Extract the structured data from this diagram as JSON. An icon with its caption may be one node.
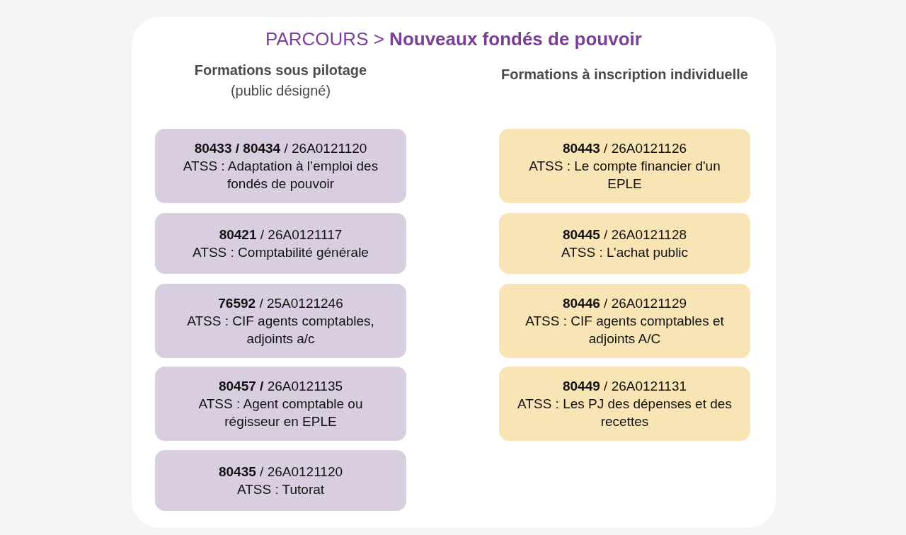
{
  "diagram": {
    "title": "PARCOURS > **Nouveaux fondés de pouvoir**",
    "nodes": [
      {
        "text": [
          "**80433 / 80434** / 26A0121120",
          "ATSS : Adaptation à l’emploi des fondés de pouvoir"
        ]
      },
      {
        "text": [
          "**80421** / 26A0121117",
          "ATSS : Comptabilité générale"
        ]
      },
      {
        "text": [
          "**76592** / 25A0121246",
          "ATSS : CIF agents comptables, adjoints a/c"
        ]
      },
      {
        "text": [
          "**80457 /** 26A0121135",
          "ATSS : Agent comptable ou régisseur en EPLE"
        ]
      },
      {
        "text": [
          "**80435** / 26A0121120",
          "ATSS : Tutorat"
        ]
      },
      {
        "text": [
          "**80443** / 26A0121126",
          "ATSS : Le compte financier d'un EPLE"
        ]
      },
      {
        "text": [
          "**80445** / 26A0121128",
          "ATSS : L’achat public"
        ]
      },
      {
        "text": [
          "**80446** / 26A0121129",
          "ATSS : CIF agents comptables et adjoints A/C"
        ]
      },
      {
        "text": [
          "**80449** / 26A0121131",
          "ATSS : Les PJ des dépenses et des recettes"
        ]
      }
    ],
    "labels": [
      "Formations sous pilotage",
      "(public désigné)",
      "Formations à inscription individuelle"
    ]
  }
}
